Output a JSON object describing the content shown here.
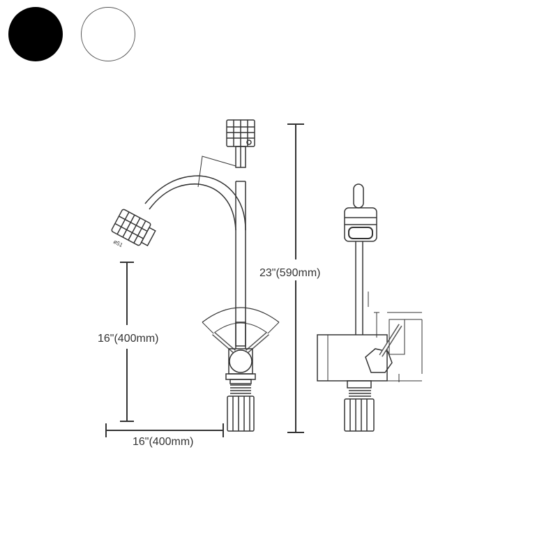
{
  "swatches": [
    {
      "name": "black",
      "color": "#000000"
    },
    {
      "name": "white",
      "color": "#ffffff"
    }
  ],
  "dimensions": {
    "height_label": "23\"(590mm)",
    "reach_height_label": "16\"(400mm)",
    "reach_width_label": "16\"(400mm)",
    "aerator_label": "ø51"
  },
  "colors": {
    "line": "#333333",
    "black_finish": "#000000",
    "white_finish": "#ffffff"
  }
}
